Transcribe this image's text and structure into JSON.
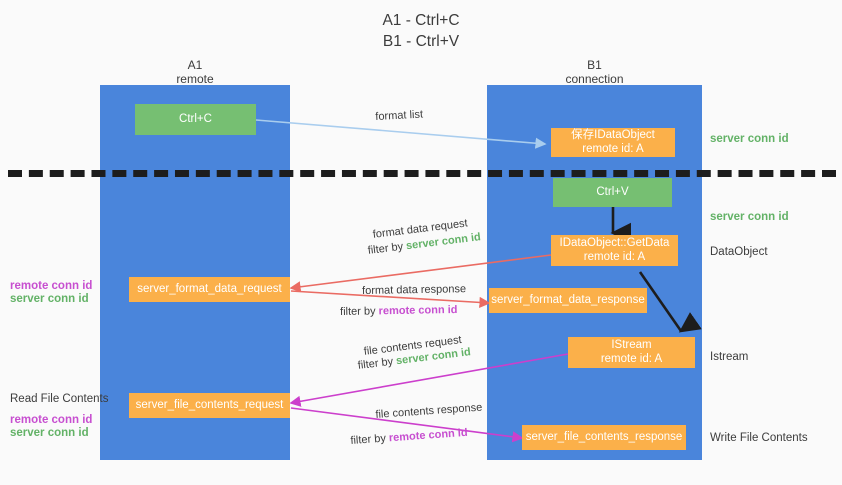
{
  "title": {
    "line1": "A1 - Ctrl+C",
    "line2": "B1 - Ctrl+V"
  },
  "lanes": [
    {
      "id": "a1",
      "name": "A1",
      "role": "remote"
    },
    {
      "id": "b1",
      "name": "B1",
      "role": "connection"
    }
  ],
  "boxes": {
    "ctrl_c": "Ctrl+C",
    "ctrl_v": "Ctrl+V",
    "save_idataobject": "保存IDataObject\nremote id: A",
    "getdata": "IDataObject::GetData\nremote id: A",
    "istream": "IStream\nremote id: A",
    "server_format_data_request": "server_format_data_request",
    "server_format_data_response": "server_format_data_response",
    "server_file_contents_request": "server_file_contents_request",
    "server_file_contents_response": "server_file_contents_response"
  },
  "wire_labels": {
    "format_list": "format list",
    "format_data_request": "format data request",
    "format_data_request_filter_pre": "filter by ",
    "format_data_request_filter_key": "server conn id",
    "format_data_response": "format data response",
    "format_data_response_filter_pre": "filter by ",
    "format_data_response_filter_key": "remote conn id",
    "file_contents_request": "file contents request",
    "file_contents_request_filter_pre": "filter by ",
    "file_contents_request_filter_key": "server conn id",
    "file_contents_response": "file contents response",
    "file_contents_response_filter_pre": "filter by ",
    "file_contents_response_filter_key": "remote conn id"
  },
  "side_labels": {
    "right_server_conn_id_top": "server conn id",
    "right_server_conn_id_mid": "server conn id",
    "right_dataobject": "DataObject",
    "right_istream": "Istream",
    "right_write_file_contents": "Write File Contents",
    "left_remote_conn_id_1": "remote conn id",
    "left_server_conn_id_1": "server conn id",
    "left_read_file_contents": "Read File Contents",
    "left_remote_conn_id_2": "remote conn id",
    "left_server_conn_id_2": "server conn id"
  },
  "colors": {
    "background": "#fafafa",
    "lane": "#4a85db",
    "green_box": "#76bf72",
    "orange_box": "#fbb04a",
    "green_text": "#63b267",
    "purple_text": "#c74fd0",
    "arrow_blue": "#a9cdee",
    "arrow_red": "#ea6b63",
    "arrow_magenta": "#cc3fcc",
    "arrow_black": "#1d1d1d",
    "divider": "#1d1d1d"
  }
}
